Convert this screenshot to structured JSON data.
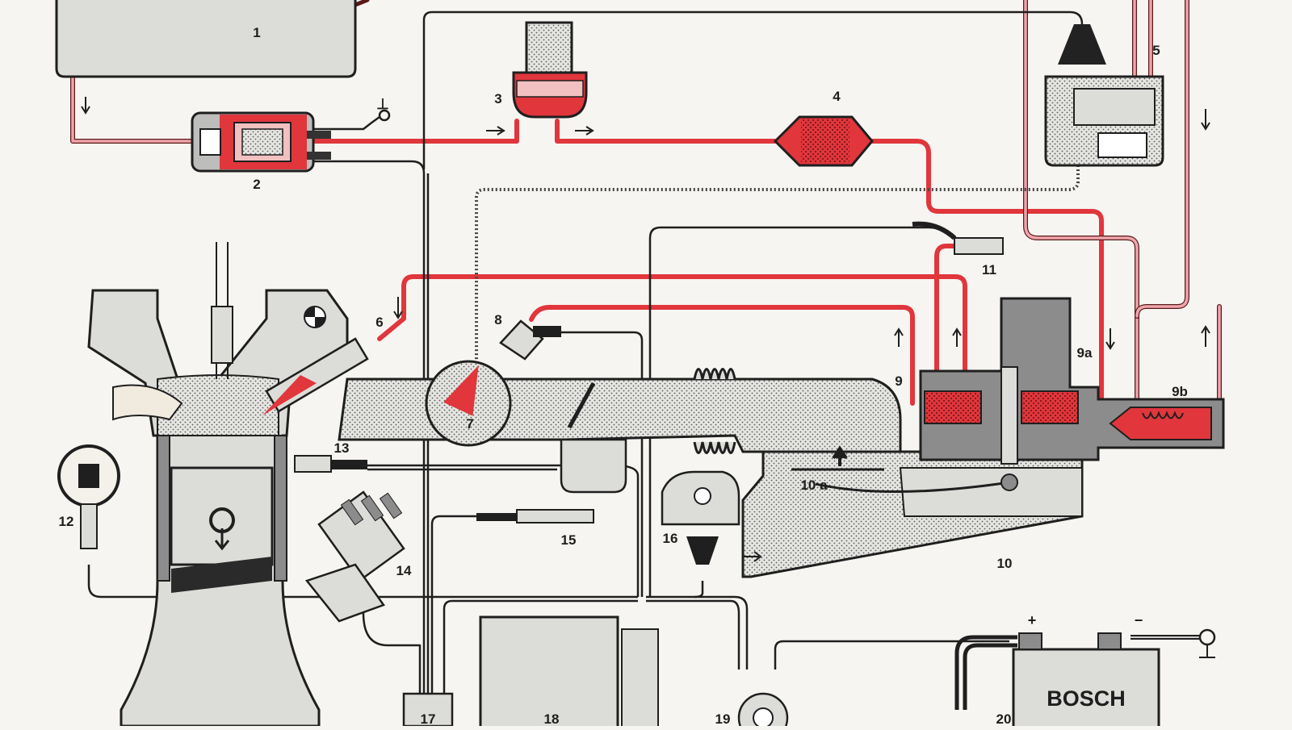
{
  "colors": {
    "fuel_red": "#e0363c",
    "fuel_light": "#f0a5ad",
    "part_gray": "#dcdcd9",
    "dark_gray": "#8c8c8c",
    "wire": "#1f1f1f",
    "paper": "#f7f5f1"
  },
  "components": {
    "c1": "1",
    "c2": "2",
    "c3": "3",
    "c4": "4",
    "c5": "5",
    "c6": "6",
    "c7": "7",
    "c8": "8",
    "c9": "9",
    "c9a": "9a",
    "c9b": "9b",
    "c10": "10",
    "c10a": "10 a",
    "c11": "11",
    "c12": "12",
    "c13": "13",
    "c14": "14",
    "c15": "15",
    "c16": "16",
    "c17": "17",
    "c18": "18",
    "c19": "19",
    "c20": "20"
  },
  "battery": {
    "brand": "BOSCH",
    "plus": "+",
    "minus": "−"
  },
  "symbols": {
    "ground": "⊥"
  }
}
